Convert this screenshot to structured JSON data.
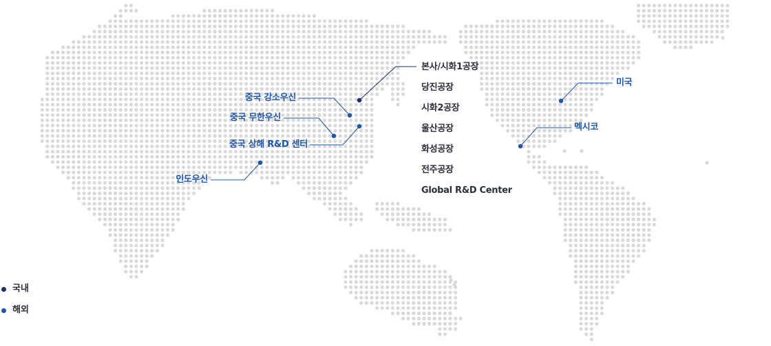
{
  "domestic": {
    "sites": [
      "본사/시화1공장",
      "당진공장",
      "시화2공장",
      "울산공장",
      "화성공장",
      "전주공장",
      "Global R&D Center"
    ]
  },
  "overseas": {
    "jiangsu": "중국 강소우신",
    "wuhan": "중국 무한우신",
    "shanghai_rnd": "중국 상해 R&D 센터",
    "india": "인도우신",
    "usa": "미국",
    "mexico": "멕시코"
  },
  "legend": {
    "domestic_label": "국내",
    "overseas_label": "해외"
  },
  "colors": {
    "land_dot": "#d9d9d9",
    "domestic_marker": "#1b2a6b",
    "overseas_marker": "#1f56a8",
    "domestic_text": "#2b2f3a",
    "overseas_text": "#1f56a8",
    "background": "#ffffff"
  }
}
